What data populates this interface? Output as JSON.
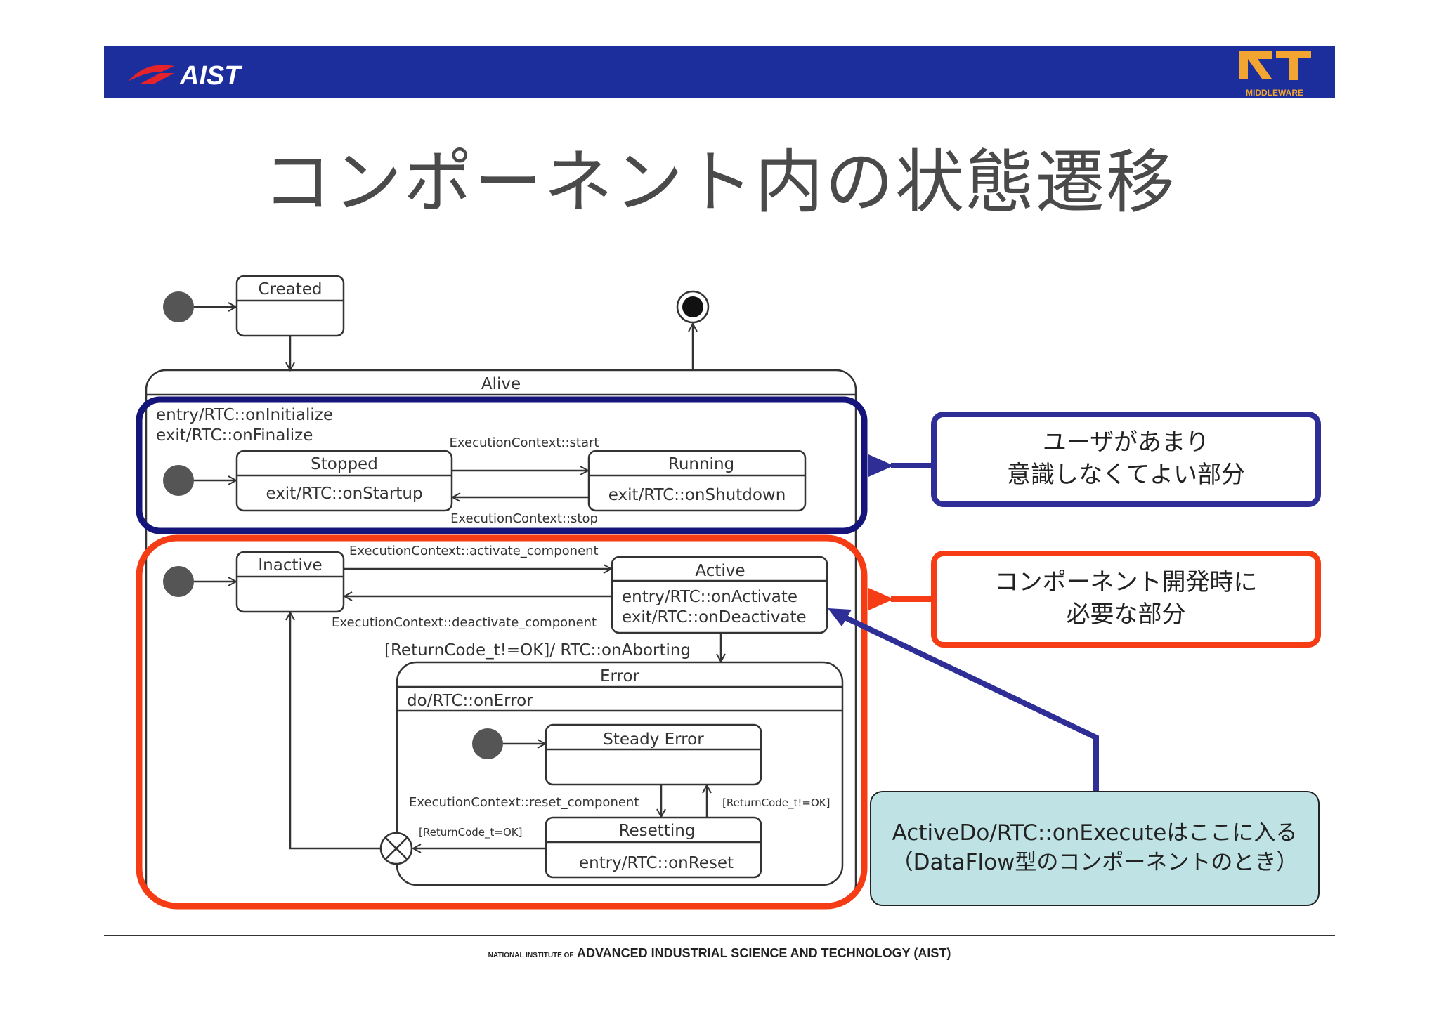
{
  "slide": {
    "title": "コンポーネント内の状態遷移"
  },
  "header": {
    "logo_left": "AIST",
    "logo_right_mark": "RT",
    "logo_right_sub": "MIDDLEWARE"
  },
  "diagram": {
    "created": "Created",
    "alive": "Alive",
    "entry_initialize": "entry/RTC::onInitialize",
    "exit_finalize": "exit/RTC::onFinalize",
    "stopped": "Stopped",
    "stopped_action": "exit/RTC::onStartup",
    "running": "Running",
    "running_action": "exit/RTC::onShutdown",
    "ec_start": "ExecutionContext::start",
    "ec_stop": "ExecutionContext::stop",
    "inactive": "Inactive",
    "active": "Active",
    "active_entry": "entry/RTC::onActivate",
    "active_exit": "exit/RTC::onDeactivate",
    "ec_activate": "ExecutionContext::activate_component",
    "ec_deactivate": "ExecutionContext::deactivate_component",
    "aborting": "[ReturnCode_t!=OK]/ RTC::onAborting",
    "error": "Error",
    "error_do": "do/RTC::onError",
    "steady_error": "Steady Error",
    "resetting": "Resetting",
    "resetting_entry": "entry/RTC::onReset",
    "ec_reset": "ExecutionContext::reset_component",
    "guard_not_ok": "[ReturnCode_t!=OK]",
    "guard_ok": "[ReturnCode_t=OK]"
  },
  "callouts": {
    "blue_line1": "ユーザがあまり",
    "blue_line2": "意識しなくてよい部分",
    "red_line1": "コンポーネント開発時に",
    "red_line2": "必要な部分",
    "cyan_line1": "ActiveDo/RTC::onExecuteはここに入る",
    "cyan_line2": "（DataFlow型のコンポーネントのとき）"
  },
  "footer": {
    "small": "NATIONAL INSTITUTE OF",
    "big": "ADVANCED INDUSTRIAL SCIENCE AND TECHNOLOGY (AIST)"
  },
  "colors": {
    "header_bar": "#1c2e9c",
    "blue_frame": "#14147a",
    "red_frame": "#f53c14",
    "cyan_fill": "#bfe3e5",
    "rt_orange": "#f2a531"
  }
}
